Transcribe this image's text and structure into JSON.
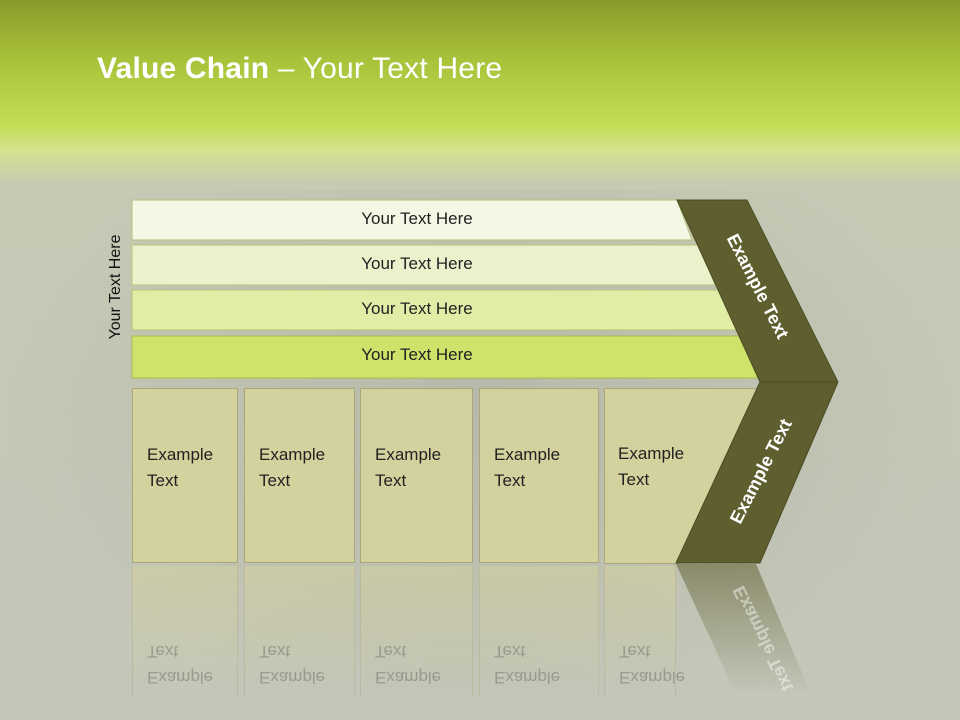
{
  "slide": {
    "title_bold": "Value Chain",
    "title_rest": " – Your Text Here"
  },
  "side_label": "Your Text Here",
  "rows": [
    {
      "label": "Your Text Here",
      "fill": "#f3f7e4"
    },
    {
      "label": "Your Text Here",
      "fill": "#eaf2cc"
    },
    {
      "label": "Your Text Here",
      "fill": "#e1eca6"
    },
    {
      "label": "Your Text Here",
      "fill": "#cfe26a"
    }
  ],
  "boxes": [
    {
      "label": "Example Text"
    },
    {
      "label": "Example Text"
    },
    {
      "label": "Example Text"
    },
    {
      "label": "Example Text"
    },
    {
      "label": "Example Text"
    }
  ],
  "chevron": {
    "upper_label": "Example Text",
    "lower_label": "Example Text",
    "fill": "#5e5e2f"
  }
}
